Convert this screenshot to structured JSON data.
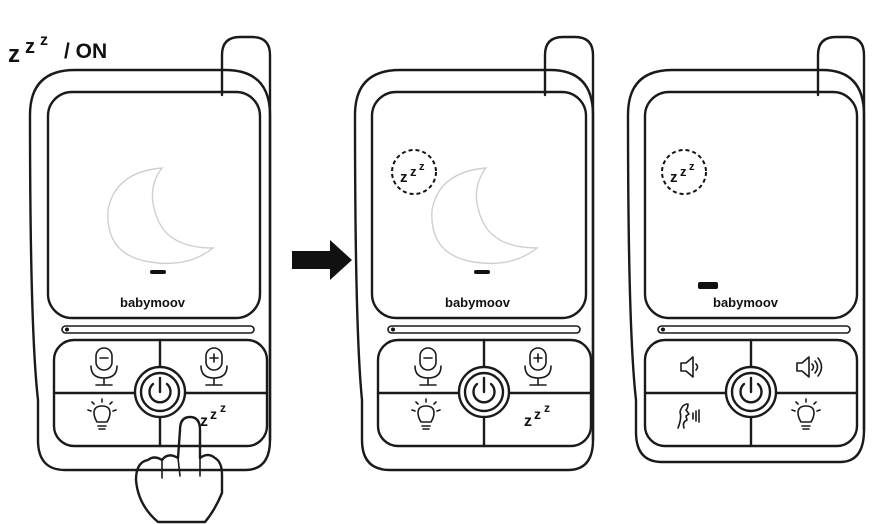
{
  "header": {
    "sleep_symbol": "zzz",
    "separator_state": "/ ON"
  },
  "devices": [
    {
      "id": "left",
      "brand": "babymoov",
      "screen": {
        "moon": true,
        "sleep_badge": false
      },
      "buttons": {
        "top_left": "mic-minus-icon",
        "top_right": "mic-plus-icon",
        "bottom_left": "light-bulb-icon",
        "bottom_right_label": "zzz"
      },
      "finger_pressing": true
    },
    {
      "id": "middle",
      "brand": "babymoov",
      "screen": {
        "moon": true,
        "sleep_badge": true,
        "badge_label": "zzz"
      },
      "buttons": {
        "top_left": "mic-minus-icon",
        "top_right": "mic-plus-icon",
        "bottom_left": "light-bulb-icon",
        "bottom_right_label": "zzz"
      }
    },
    {
      "id": "right",
      "brand": "babymoov",
      "screen": {
        "moon": false,
        "sleep_badge": true,
        "badge_label": "zzz"
      },
      "buttons": {
        "top_left": "volume-down-icon",
        "top_right": "volume-up-icon",
        "bottom_left": "talk-icon",
        "bottom_right": "light-bulb-icon"
      }
    }
  ],
  "arrow": "right-arrow-icon"
}
